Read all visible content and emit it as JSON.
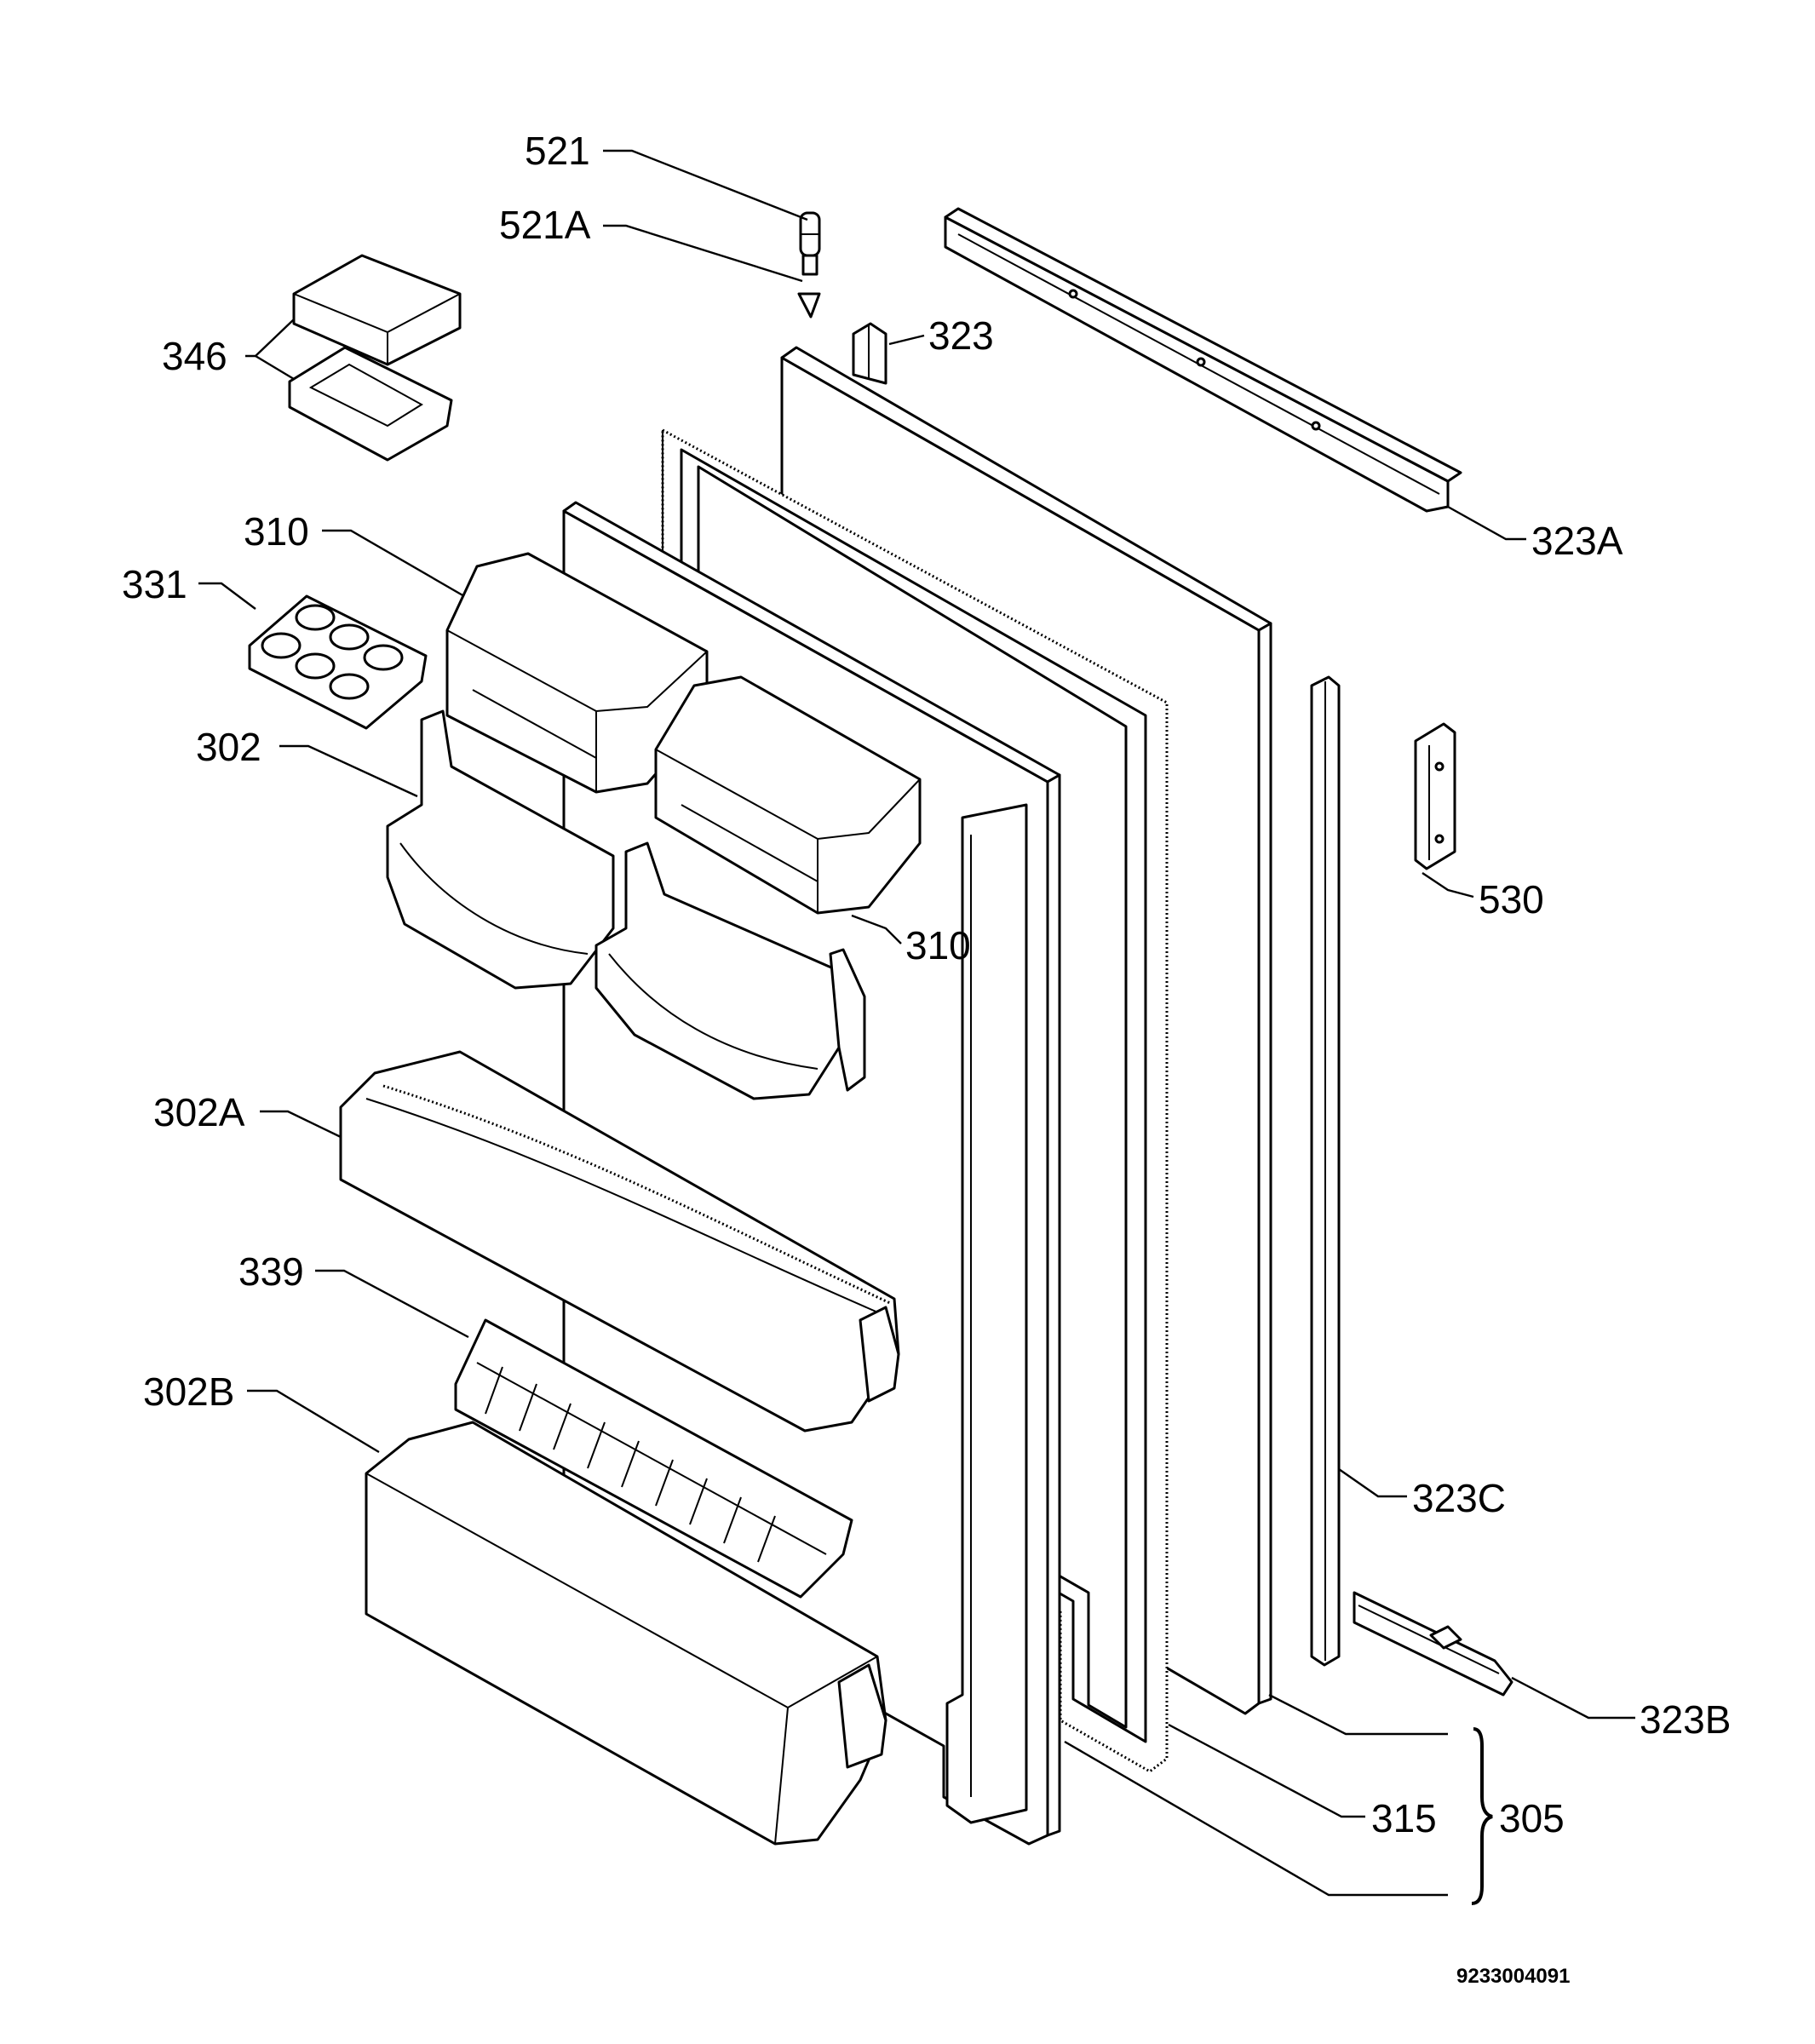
{
  "diagram": {
    "labels": {
      "p521": "521",
      "p521A": "521A",
      "p323": "323",
      "p346": "346",
      "p323A": "323A",
      "p310_top": "310",
      "p331": "331",
      "p302": "302",
      "p530": "530",
      "p310_mid": "310",
      "p302A": "302A",
      "p339": "339",
      "p302B": "302B",
      "p323C": "323C",
      "p323B": "323B",
      "p315": "315",
      "p305": "305"
    },
    "document_number": "9233004091"
  }
}
